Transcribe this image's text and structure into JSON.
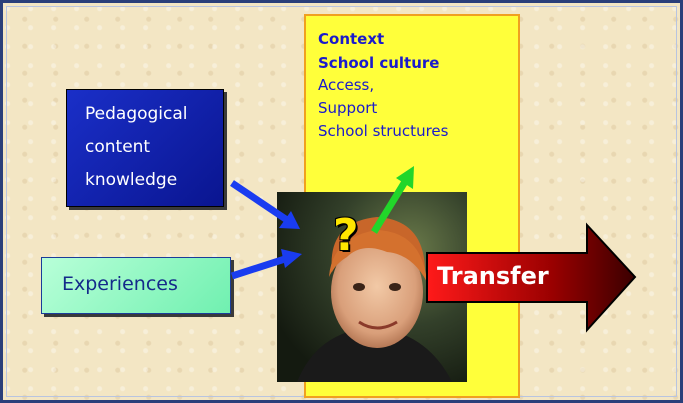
{
  "context": {
    "lines": [
      "Context",
      "School culture",
      "Access,",
      "Support",
      "School structures"
    ]
  },
  "pedagogical": {
    "lines": [
      "Pedagogical",
      "content",
      "knowledge"
    ]
  },
  "experiences": {
    "label": "Experiences"
  },
  "question_mark": "?",
  "transfer": {
    "label": "Transfer"
  },
  "colors": {
    "context_fill": "#ffff3a",
    "context_text": "#1a1acc",
    "pck_fill": "#1a2fc8",
    "experiences_fill": "#80f4bc",
    "transfer_arrow": "#8a0000",
    "blue_arrow": "#1a3cf0",
    "green_arrow": "#22d62a",
    "question_mark": "#ffe600"
  },
  "icons": [
    "person-photo",
    "question-mark",
    "transfer-arrow"
  ]
}
